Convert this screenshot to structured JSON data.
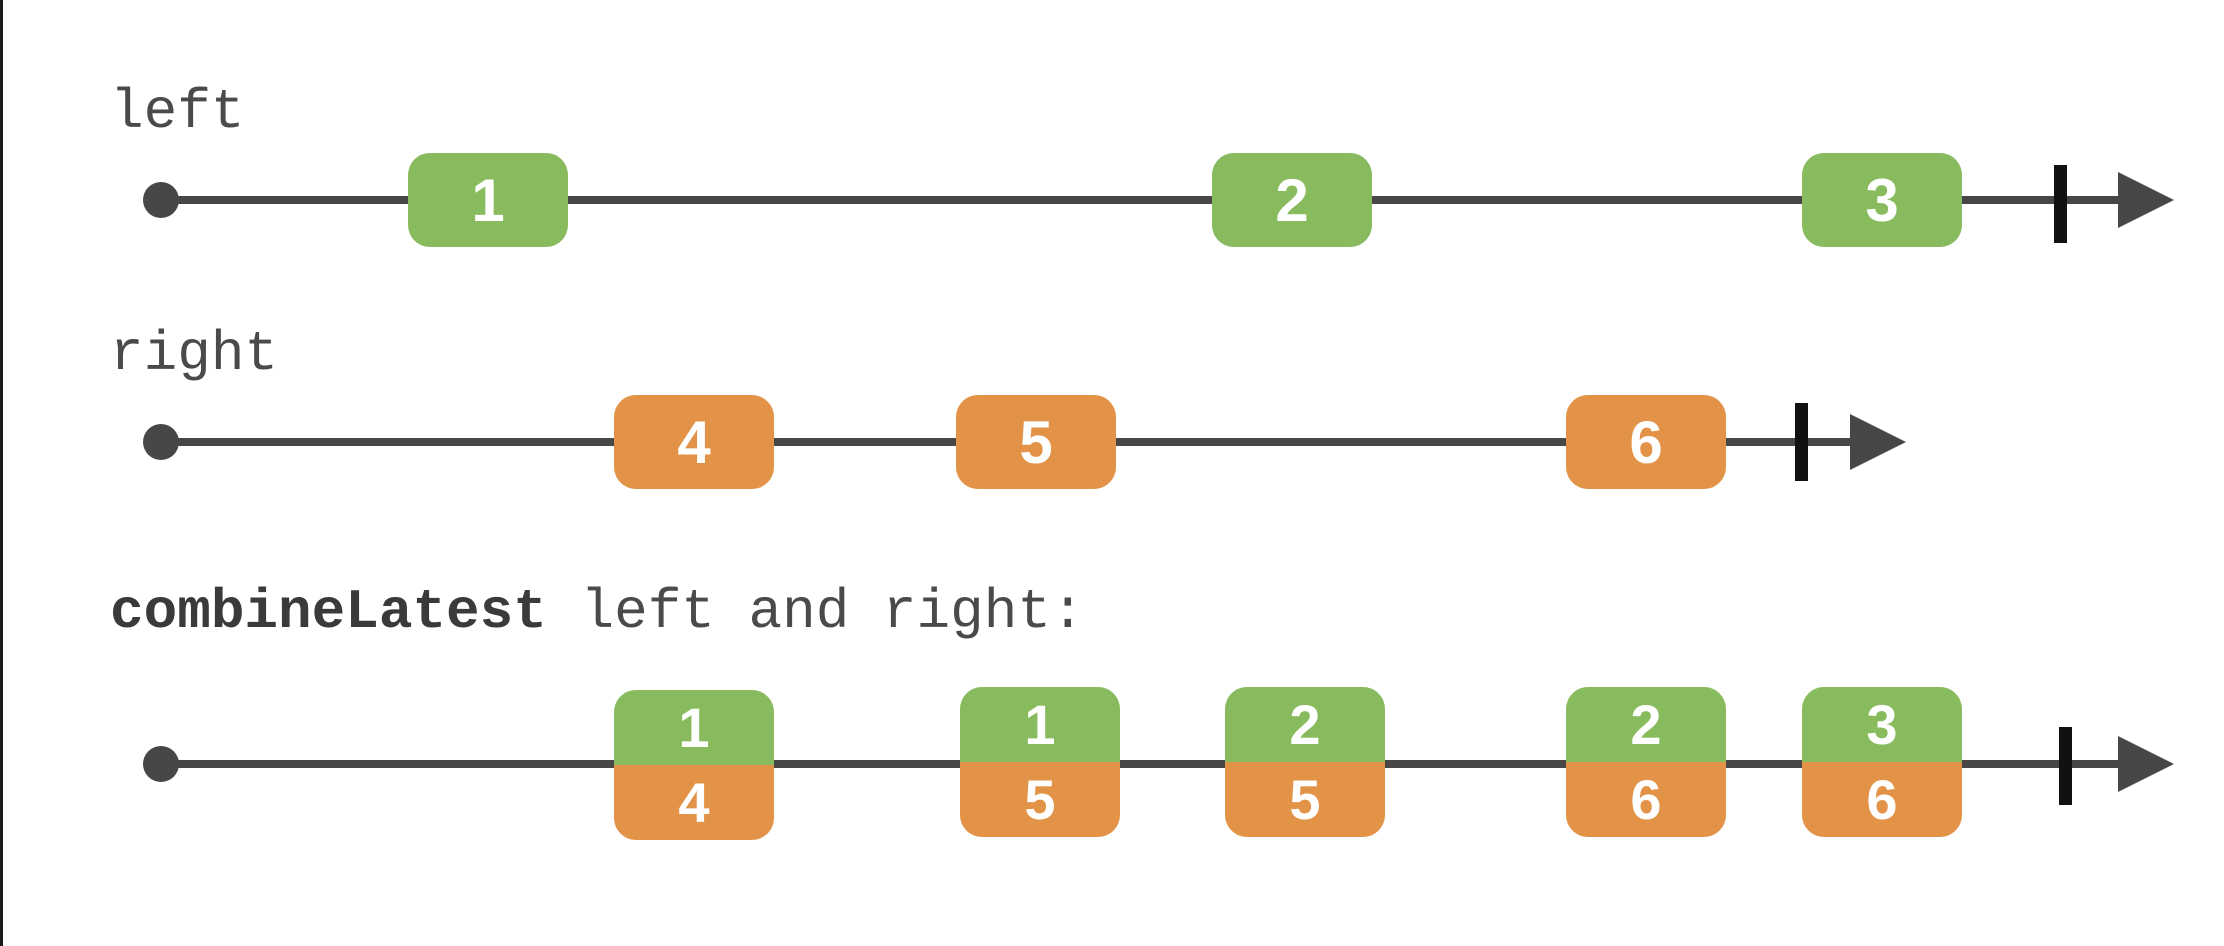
{
  "labels": {
    "left": "left",
    "right": "right",
    "combined_op": "combineLatest",
    "combined_rest": " left and right:"
  },
  "colors": {
    "left_marble": "#88bb5e",
    "right_marble": "#e29347",
    "line": "#474747",
    "completion": "#111111"
  },
  "left_stream": [
    "1",
    "2",
    "3"
  ],
  "right_stream": [
    "4",
    "5",
    "6"
  ],
  "combined_stream": [
    {
      "top": "1",
      "bottom": "4"
    },
    {
      "top": "1",
      "bottom": "5"
    },
    {
      "top": "2",
      "bottom": "5"
    },
    {
      "top": "2",
      "bottom": "6"
    },
    {
      "top": "3",
      "bottom": "6"
    }
  ]
}
